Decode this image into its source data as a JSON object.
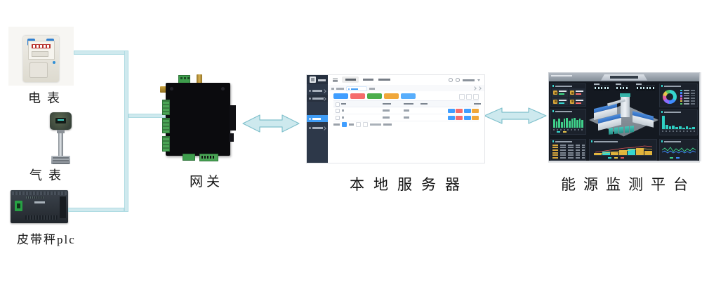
{
  "labels": {
    "electric_meter": "电表",
    "gas_meter": "气表",
    "belt_plc": "皮带秤plc",
    "gateway": "网关",
    "local_server": "本地服务器",
    "energy_platform": "能源监测平台"
  },
  "colors": {
    "connector_fill": "#cfe9ee",
    "connector_edge": "#aedbe2",
    "arrow_fill": "#cde9ee",
    "arrow_edge": "#7fc0cc",
    "sidebar_bg": "#2d3849",
    "sidebar_active": "#3f9cf5",
    "accent_blue": "#409eff",
    "dashboard_bg": "#141921",
    "dashboard_panel": "#1b212b"
  },
  "server_ui": {
    "toolbar_buttons": [
      "#409eff",
      "#f56c6c",
      "#4cae4c",
      "#f0a73a",
      "#58aefc"
    ],
    "row_actions": [
      "#409eff",
      "#f56c6c",
      "#409eff",
      "#f0a73a"
    ],
    "table_rows": 2,
    "pager_active": "#409eff"
  },
  "dashboard": {
    "stat_value_colors": [
      "#3ddc84",
      "#ff6b6b",
      "#35d6cf",
      "#ff6b6b"
    ],
    "left_bars": [
      62,
      48,
      70,
      42,
      66,
      76,
      52,
      68,
      72,
      58,
      66,
      60
    ],
    "left_legend": [
      "#35d6cf",
      "#e6c34a"
    ],
    "table_rows": 6,
    "counters": [
      5,
      4,
      6
    ],
    "pie": [
      {
        "color": "#35d6cf",
        "value": 34
      },
      {
        "color": "#3f8cff",
        "value": 18
      },
      {
        "color": "#8a6cff",
        "value": 14
      },
      {
        "color": "#e05fa0",
        "value": 12
      },
      {
        "color": "#e6c34a",
        "value": 12
      },
      {
        "color": "#58c96b",
        "value": 10
      }
    ],
    "teal_bars": [
      95,
      30,
      20,
      26,
      16,
      22,
      12,
      20,
      10,
      16
    ],
    "center_bars": [
      {
        "h": 18,
        "c": "#e0b33c"
      },
      {
        "h": 30,
        "c": "#35d6cf"
      },
      {
        "h": 26,
        "c": "#e0b33c"
      },
      {
        "h": 44,
        "c": "#e0b33c"
      },
      {
        "h": 56,
        "c": "#35d6cf"
      },
      {
        "h": 64,
        "c": "#e0b33c"
      },
      {
        "h": 40,
        "c": "#e0b33c"
      }
    ],
    "center_legend": [
      "#35d6cf",
      "#e6c34a",
      "#e05656"
    ],
    "right_legend": [
      "#3fd08a",
      "#3f8cff"
    ]
  }
}
